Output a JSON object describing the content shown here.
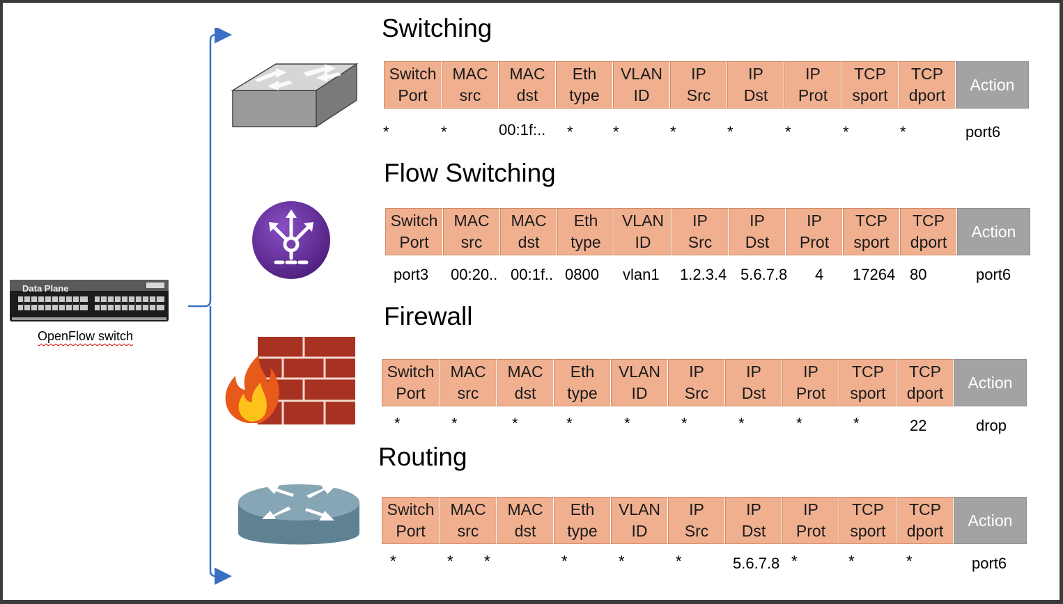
{
  "device": {
    "panel_label": "Data Plane",
    "caption": "OpenFlow switch"
  },
  "headers": [
    [
      "Switch",
      "Port"
    ],
    [
      "MAC",
      "src"
    ],
    [
      "MAC",
      "dst"
    ],
    [
      "Eth",
      "type"
    ],
    [
      "VLAN",
      "ID"
    ],
    [
      "IP",
      "Src"
    ],
    [
      "IP",
      "Dst"
    ],
    [
      "IP",
      "Prot"
    ],
    [
      "TCP",
      "sport"
    ],
    [
      "TCP",
      "dport"
    ]
  ],
  "action_label": "Action",
  "sections": [
    {
      "title": "Switching",
      "icon": "layer2-switch-icon",
      "values": [
        "*",
        "*",
        "00:1f:..",
        "*",
        "*",
        "*",
        "*",
        "*",
        "*",
        "*"
      ],
      "action": "port6"
    },
    {
      "title": "Flow Switching",
      "icon": "flow-switch-icon",
      "values": [
        "port3",
        "00:20..",
        "00:1f..",
        "0800",
        "vlan1",
        "1.2.3.4",
        "5.6.7.8",
        "4",
        "17264",
        "80"
      ],
      "action": "port6"
    },
    {
      "title": "Firewall",
      "icon": "firewall-icon",
      "values": [
        "*",
        "*",
        "*",
        "*",
        "*",
        "*",
        "*",
        "*",
        "*",
        "22"
      ],
      "action": "drop"
    },
    {
      "title": "Routing",
      "icon": "router-icon",
      "values": [
        "*",
        "*",
        "*",
        "*",
        "*",
        "*",
        "5.6.7.8",
        "*",
        "*",
        "*"
      ],
      "action": "port6"
    }
  ],
  "colors": {
    "header_fill": "#f0b090",
    "action_fill": "#a3a3a3",
    "connector": "#3a6fc4",
    "flow_icon": "#6a2f9e"
  }
}
